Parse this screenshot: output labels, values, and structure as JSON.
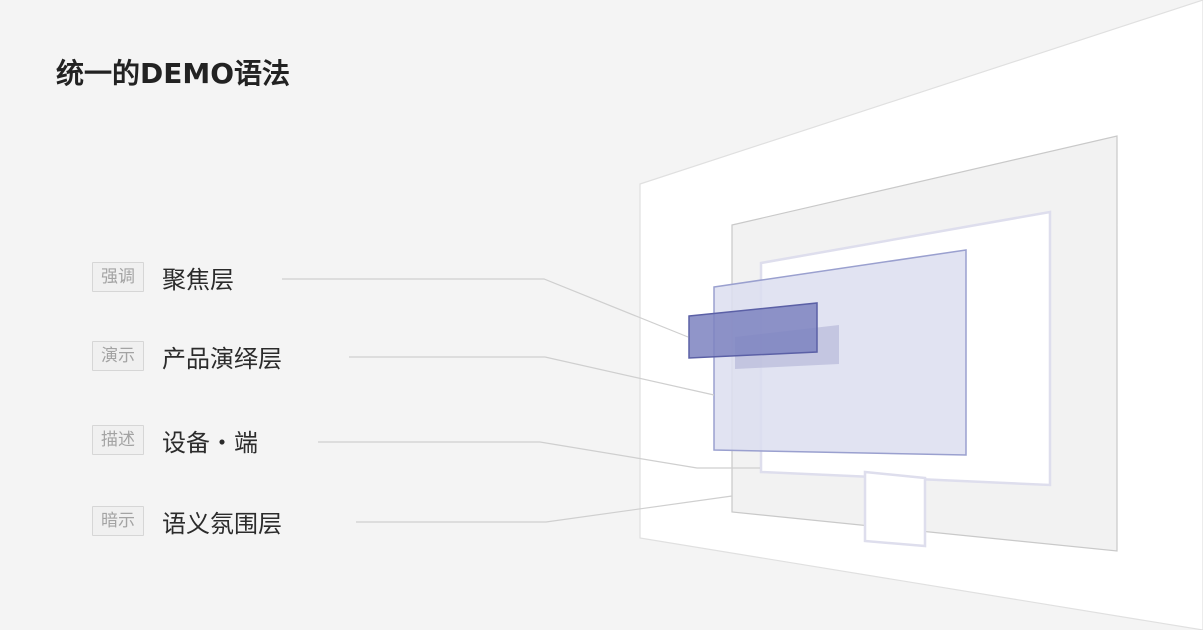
{
  "title": "统一的DEMO语法",
  "layers": [
    {
      "tag": "强调",
      "name": "聚焦层"
    },
    {
      "tag": "演示",
      "name": "产品演绎层"
    },
    {
      "tag": "描述",
      "name": "设备・端"
    },
    {
      "tag": "暗示",
      "name": "语义氛围层"
    }
  ],
  "colors": {
    "background": "#f4f4f4",
    "wall": "#ffffff",
    "device_frame": "#f2f2f2",
    "product_layer": "#dcdef0",
    "focus_layer": "#8a90c6",
    "leader_line": "#d0d0d0"
  }
}
